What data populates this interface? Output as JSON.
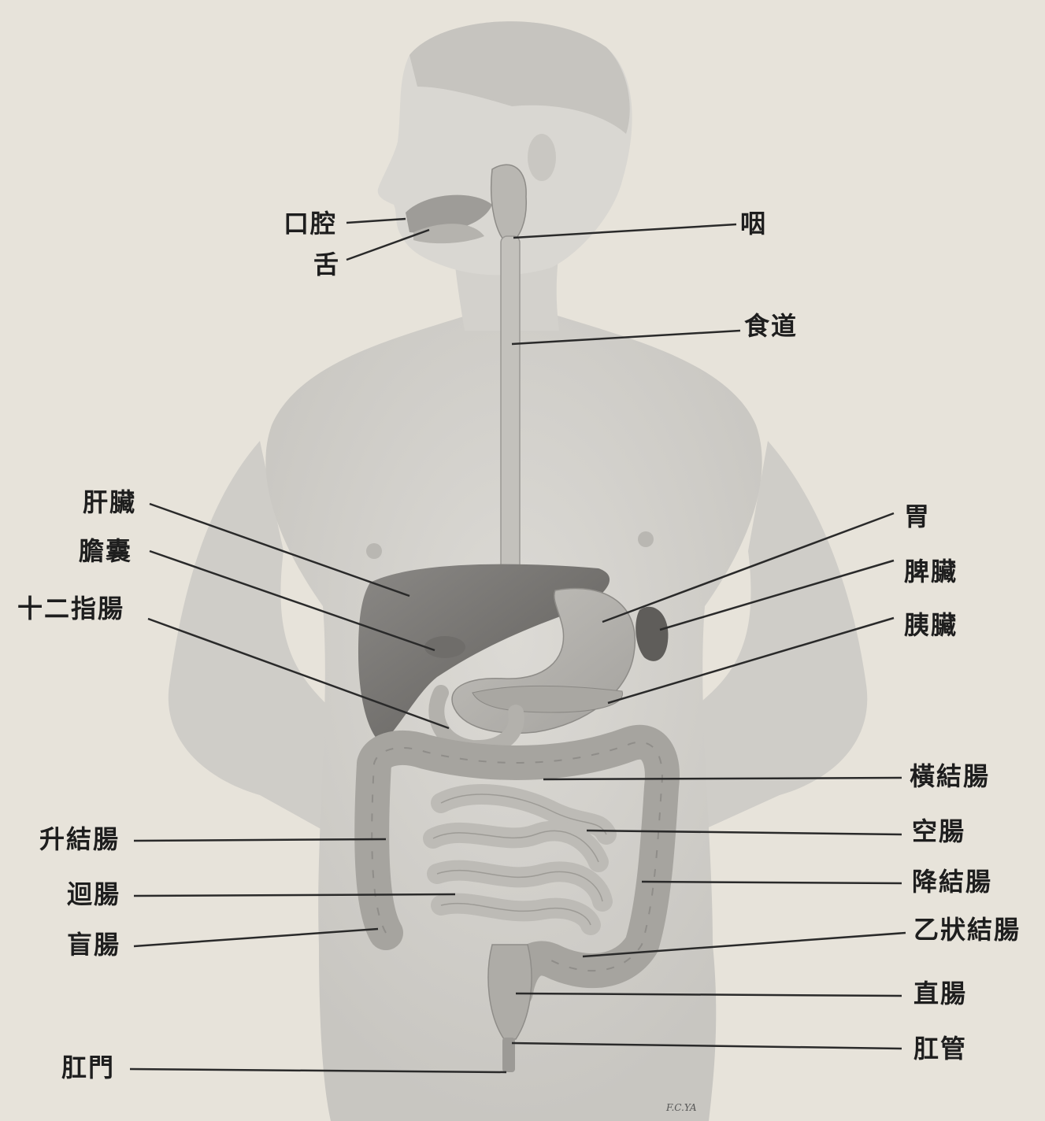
{
  "labels": {
    "mouth": "口腔",
    "tongue": "舌",
    "pharynx": "咽",
    "esophagus": "食道",
    "liver": "肝臟",
    "gallbladder": "膽囊",
    "duodenum": "十二指腸",
    "stomach": "胃",
    "spleen": "脾臟",
    "pancreas": "胰臟",
    "transverse_colon": "橫結腸",
    "jejunum": "空腸",
    "ascending_colon": "升結腸",
    "descending_colon": "降結腸",
    "ileum": "迴腸",
    "cecum": "盲腸",
    "sigmoid_colon": "乙狀結腸",
    "rectum": "直腸",
    "anal_canal": "肛管",
    "anus": "肛門"
  },
  "artist_signature": "F.C.YA",
  "colors": {
    "paper": "#e7e3da",
    "body": "#d6d4cf",
    "organ_dark": "#7d7b78",
    "label_text": "#1e1e1e",
    "leader_line": "#2a2a2a"
  }
}
